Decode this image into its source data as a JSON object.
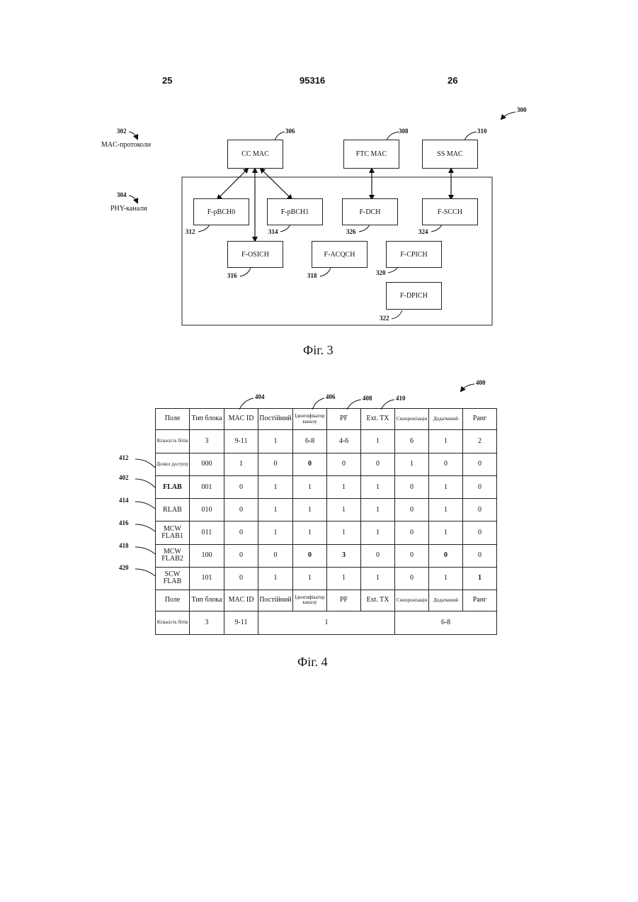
{
  "header": {
    "left_page": "25",
    "patent_no": "95316",
    "right_page": "26"
  },
  "fig3": {
    "ref_main": "300",
    "mac_ref": "302",
    "mac_label": "MAC-протоколи",
    "phy_ref": "304",
    "phy_label": "PHY-канали",
    "blocks": {
      "cc_mac": {
        "label": "CC MAC",
        "ref": "306"
      },
      "ftc_mac": {
        "label": "FTC MAC",
        "ref": "308"
      },
      "ss_mac": {
        "label": "SS MAC",
        "ref": "310"
      },
      "f_pbch0": {
        "label": "F-pBCH0",
        "ref": "312"
      },
      "f_pbch1": {
        "label": "F-pBCH1",
        "ref": "314"
      },
      "f_dch": {
        "label": "F-DCH",
        "ref": "326"
      },
      "f_scch": {
        "label": "F-SCCH",
        "ref": "324"
      },
      "f_osich": {
        "label": "F-OSICH",
        "ref": "316"
      },
      "f_acqch": {
        "label": "F-ACQCH",
        "ref": "318"
      },
      "f_cpich": {
        "label": "F-CPICH",
        "ref": "320"
      },
      "f_dpich": {
        "label": "F-DPICH",
        "ref": "322"
      }
    },
    "caption": "Фіг. 3"
  },
  "fig4": {
    "ref_main": "400",
    "col_refs": {
      "mac_id": "404",
      "channel_id": "406",
      "pf": "408",
      "ext_tx": "410"
    },
    "headers": [
      "Поле",
      "Тип блока",
      "MAC ID",
      "Постійний",
      "Ідентифікатор каналу",
      "PF",
      "Ext. TX",
      "Синхронізація",
      "Додатковий",
      "Ранг"
    ],
    "bits_row": [
      "Кількість бітів",
      "3",
      "9-11",
      "1",
      "6-8",
      "4-6",
      "1",
      "6",
      "1",
      "2"
    ],
    "rows": [
      {
        "ref": "412",
        "cells": [
          "Дозвіл доступу",
          "000",
          "1",
          "0",
          "0",
          "0",
          "0",
          "1",
          "0",
          "0"
        ]
      },
      {
        "ref": "402",
        "cells": [
          "FLAB",
          "001",
          "0",
          "1",
          "1",
          "1",
          "1",
          "0",
          "1",
          "0"
        ]
      },
      {
        "ref": "414",
        "cells": [
          "RLAB",
          "010",
          "0",
          "1",
          "1",
          "1",
          "1",
          "0",
          "1",
          "0"
        ]
      },
      {
        "ref": "416",
        "cells": [
          "MCW FLAB1",
          "011",
          "0",
          "1",
          "1",
          "1",
          "1",
          "0",
          "1",
          "0"
        ]
      },
      {
        "ref": "418",
        "cells": [
          "MCW FLAB2",
          "100",
          "0",
          "0",
          "0",
          "3",
          "0",
          "0",
          "0",
          "0"
        ]
      },
      {
        "ref": "420",
        "cells": [
          "SCW FLAB",
          "101",
          "0",
          "1",
          "1",
          "1",
          "1",
          "0",
          "1",
          "1"
        ]
      }
    ],
    "headers2": [
      "Поле",
      "Тип блока",
      "MAC ID",
      "Постійний",
      "Ідентифікатор каналу",
      "PF",
      "Ext. TX",
      "Синхронізація",
      "Додатковий",
      "Ранг"
    ],
    "bits_row2": {
      "label": "Кількість бітів",
      "type": "3",
      "mac_id": "9-11",
      "mid": "1",
      "right": "6-8"
    },
    "caption": "Фіг. 4"
  }
}
